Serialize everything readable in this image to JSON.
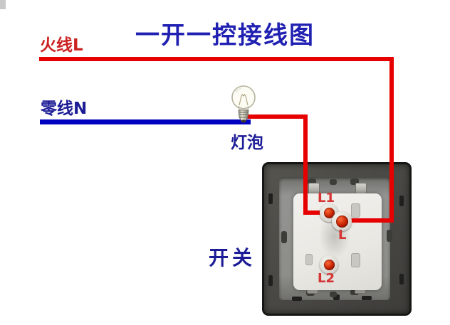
{
  "title": "一开一控接线图",
  "labels": {
    "live_wire": "火线L",
    "neutral_wire": "零线N",
    "bulb": "灯泡",
    "switch": "开关"
  },
  "switch_terminals": {
    "l1": "L1",
    "l": "L",
    "l2": "L2"
  },
  "wiring": {
    "live_wire": {
      "name": "live-wire",
      "color": "#e60000",
      "connects_to": "L"
    },
    "lamp_wire": {
      "name": "lamp-wire",
      "color": "#e60000",
      "connects_to": "L1"
    },
    "neutral_wire": {
      "name": "neutral-wire",
      "color": "#0000c0",
      "connects_to": "bulb"
    }
  },
  "colors": {
    "live_wire": "#e60000",
    "neutral_wire": "#0000c0",
    "title_text": "#2020b2",
    "blue_label": "#1c1c96",
    "red_label": "#cc2222",
    "terminal_label": "#d93333",
    "terminal_dot": "#c42100"
  }
}
